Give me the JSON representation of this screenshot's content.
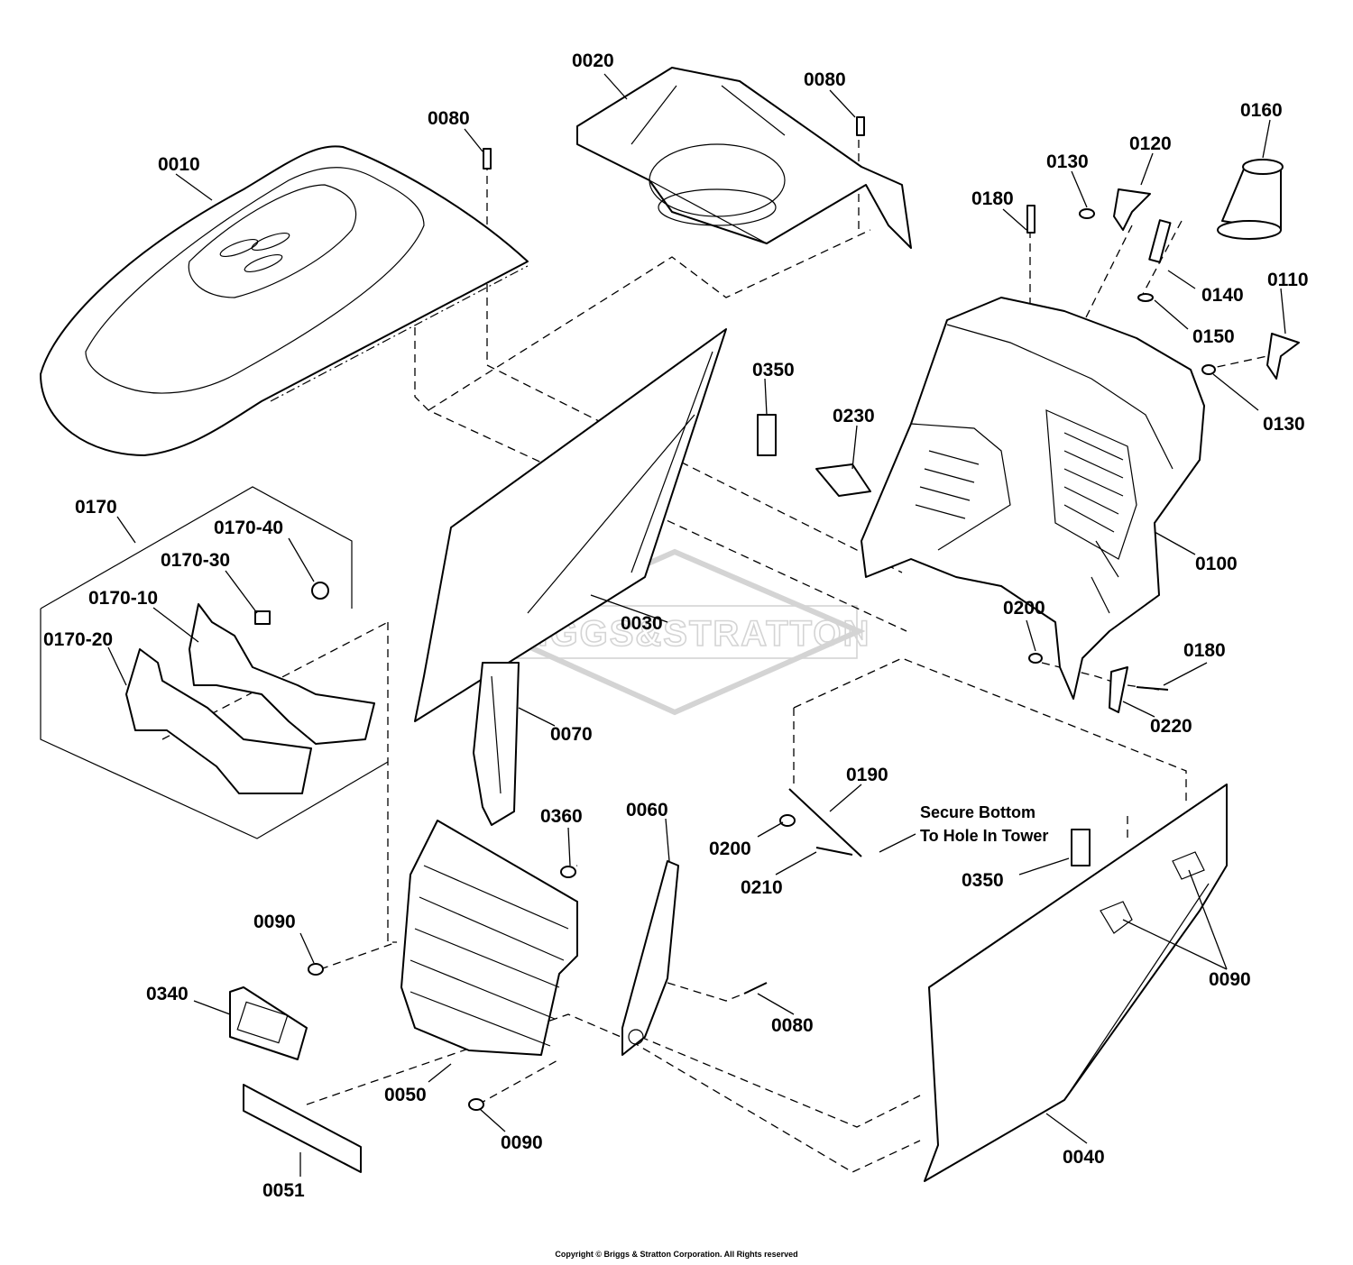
{
  "diagram": {
    "watermark": "BRIGGS&STRATTON",
    "note": [
      "Secure Bottom",
      "To Hole In Tower"
    ],
    "copyright": "Copyright © Briggs & Stratton Corporation. All Rights reserved",
    "labels": {
      "l0010": "0010",
      "l0020": "0020",
      "l0030": "0030",
      "l0040": "0040",
      "l0050": "0050",
      "l0051": "0051",
      "l0060": "0060",
      "l0070": "0070",
      "l0080a": "0080",
      "l0080b": "0080",
      "l0080c": "0080",
      "l0090a": "0090",
      "l0090b": "0090",
      "l0090c": "0090",
      "l0100": "0100",
      "l0110": "0110",
      "l0120": "0120",
      "l0130a": "0130",
      "l0130b": "0130",
      "l0140": "0140",
      "l0150": "0150",
      "l0160": "0160",
      "l0170": "0170",
      "l0170_10": "0170-10",
      "l0170_20": "0170-20",
      "l0170_30": "0170-30",
      "l0170_40": "0170-40",
      "l0180a": "0180",
      "l0180b": "0180",
      "l0190": "0190",
      "l0200a": "0200",
      "l0200b": "0200",
      "l0210": "0210",
      "l0220": "0220",
      "l0230": "0230",
      "l0340": "0340",
      "l0350a": "0350",
      "l0350b": "0350",
      "l0360": "0360"
    }
  }
}
